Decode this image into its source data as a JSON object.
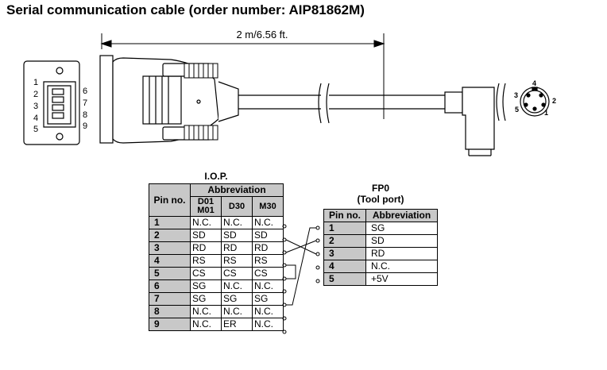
{
  "title": "Serial communication cable (order number: AIP81862M)",
  "dimension_label": "2 m/6.56 ft.",
  "dsub_pins_left": [
    "1",
    "2",
    "3",
    "4",
    "5"
  ],
  "dsub_pins_right": [
    "6",
    "7",
    "8",
    "9"
  ],
  "mini_din_pins": [
    "3",
    "4",
    "5",
    "1",
    "2"
  ],
  "iop": {
    "caption": "I.O.P.",
    "pin_header": "Pin no.",
    "abbr_header": "Abbreviation",
    "columns": [
      "D01\nM01",
      "D30",
      "M30"
    ],
    "rows": [
      {
        "pin": "1",
        "values": [
          "N.C.",
          "N.C.",
          "N.C."
        ]
      },
      {
        "pin": "2",
        "values": [
          "SD",
          "SD",
          "SD"
        ]
      },
      {
        "pin": "3",
        "values": [
          "RD",
          "RD",
          "RD"
        ]
      },
      {
        "pin": "4",
        "values": [
          "RS",
          "RS",
          "RS"
        ]
      },
      {
        "pin": "5",
        "values": [
          "CS",
          "CS",
          "CS"
        ]
      },
      {
        "pin": "6",
        "values": [
          "SG",
          "N.C.",
          "N.C."
        ]
      },
      {
        "pin": "7",
        "values": [
          "SG",
          "SG",
          "SG"
        ]
      },
      {
        "pin": "8",
        "values": [
          "N.C.",
          "N.C.",
          "N.C."
        ]
      },
      {
        "pin": "9",
        "values": [
          "N.C.",
          "ER",
          "N.C."
        ]
      }
    ]
  },
  "fp0": {
    "caption_line1": "FP0",
    "caption_line2": "(Tool port)",
    "pin_header": "Pin no.",
    "abbr_header": "Abbreviation",
    "rows": [
      {
        "pin": "1",
        "value": "SG"
      },
      {
        "pin": "2",
        "value": "SD"
      },
      {
        "pin": "3",
        "value": "RD"
      },
      {
        "pin": "4",
        "value": "N.C."
      },
      {
        "pin": "5",
        "value": "+5V"
      }
    ]
  }
}
